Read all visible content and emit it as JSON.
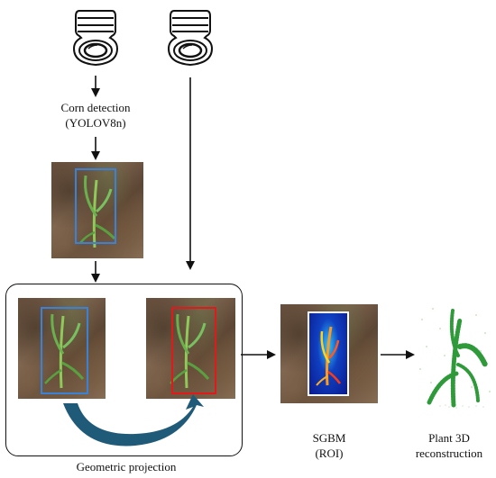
{
  "labels": {
    "corn_detection_line1": "Corn detection",
    "corn_detection_line2": "(YOLOV8n)",
    "geometric_projection": "Geometric projection",
    "sgbm_line1": "SGBM",
    "sgbm_line2": "(ROI)",
    "plant3d_line1": "Plant 3D",
    "plant3d_line2": "reconstruction"
  },
  "icons": {
    "left_camera": "camera-icon",
    "right_camera": "camera-icon"
  },
  "colors": {
    "detection_box": "#3b82d6",
    "projected_box": "#e01a1a",
    "curved_arrow": "#1f5a78",
    "point_cloud": "#2f9a3a"
  }
}
